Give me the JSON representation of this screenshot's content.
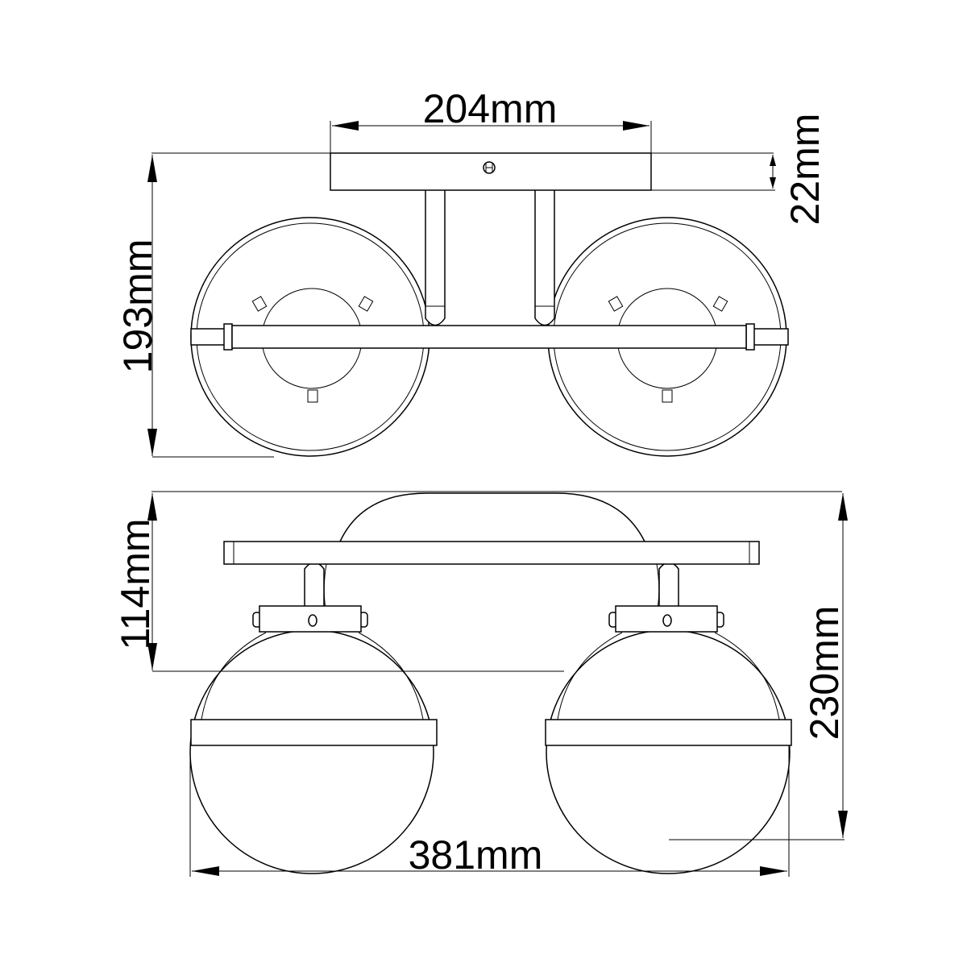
{
  "dimensions": {
    "canopy_width": "204mm",
    "canopy_height": "22mm",
    "top_view_depth": "193mm",
    "arm_height": "114mm",
    "total_height": "230mm",
    "total_width": "381mm"
  },
  "colors": {
    "line": "#000000",
    "background": "#ffffff"
  }
}
